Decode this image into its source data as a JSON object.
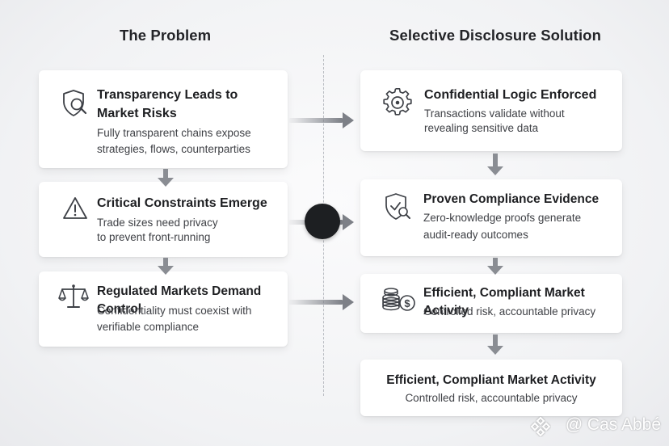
{
  "problem_title": "The Problem",
  "solution_title": "Selective Disclosure Solution",
  "problem_cards": [
    {
      "icon": "shield-search-icon",
      "title_line1": "Transparency Leads to",
      "title_line2": "Market Risks",
      "desc_line1": "Fully transparent chains expose",
      "desc_line2": "strategies, flows, counterparties"
    },
    {
      "icon": "warning-icon",
      "title": "Critical Constraints Emerge",
      "desc_line1": "Trade sizes need privacy",
      "desc_line2": "to prevent front-running"
    },
    {
      "icon": "scales-icon",
      "title": "Regulated Markets Demand Control",
      "desc_line1": "Confidentiality must coexist with",
      "desc_line2": "verifiable compliance"
    }
  ],
  "solution_cards": [
    {
      "icon": "gear-icon",
      "title": "Confidential Logic Enforced",
      "desc_line1": "Transactions validate without",
      "desc_line2": "revealing sensitive data"
    },
    {
      "icon": "shield-check-icon",
      "title": "Proven Compliance Evidence",
      "desc_line1": "Zero-knowledge proofs generate",
      "desc_line2": "audit-ready outcomes"
    },
    {
      "icon": "coins-dollar-icon",
      "title": "Efficient, Compliant Market Activity",
      "desc": "Controlled risk, accountable privacy"
    },
    {
      "title": "Efficient, Compliant Market Activity",
      "desc": "Controlled risk, accountable privacy"
    }
  ],
  "center_badge_icon": "moon-icon",
  "watermark": "@ Cas Abbé",
  "colors": {
    "arrow": "#7d8087",
    "card_bg": "#ffffff",
    "badge_bg": "#1d1f22"
  }
}
